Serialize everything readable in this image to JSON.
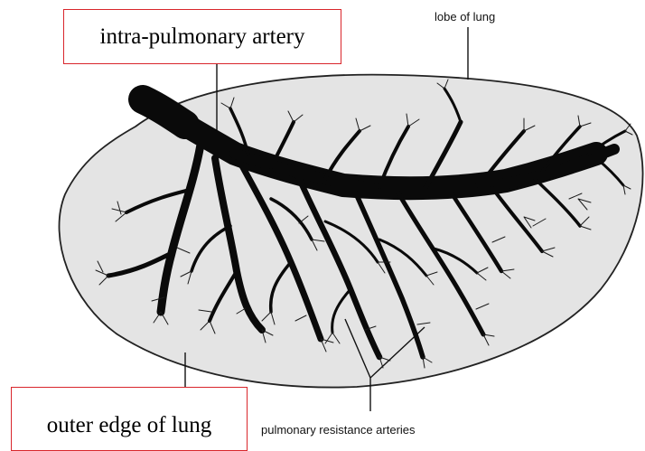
{
  "labels": {
    "intra_pulmonary_artery": "intra-pulmonary artery",
    "lobe_of_lung": "lobe of lung",
    "outer_edge_of_lung": "outer edge of lung",
    "pulmonary_resistance_arteries": "pulmonary resistance arteries"
  },
  "colors": {
    "lung_fill": "#e4e4e4",
    "outline": "#222222",
    "vessel": "#0a0a0a",
    "label_box_border": "#d9262c"
  }
}
